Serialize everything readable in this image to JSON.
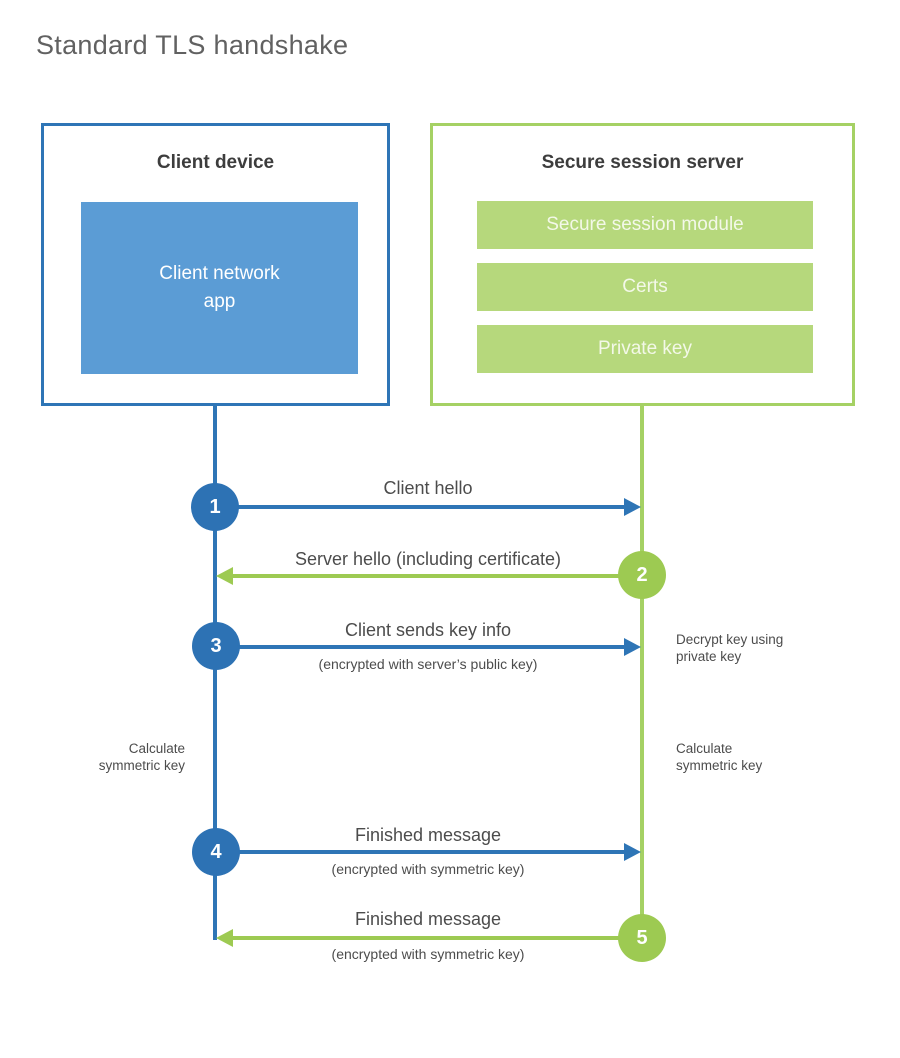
{
  "title": "Standard TLS handshake",
  "colors": {
    "blue": "#2e75b6",
    "light_blue": "#5b9cd5",
    "green": "#9dca52",
    "green_border": "#a5d164",
    "green_bar": "#b6d87c"
  },
  "client": {
    "title": "Client device",
    "app_label": "Client network\napp"
  },
  "server": {
    "title": "Secure session server",
    "modules": [
      "Secure session module",
      "Certs",
      "Private key"
    ]
  },
  "steps": [
    {
      "num": "1",
      "label": "Client hello",
      "sub": "",
      "direction": "right"
    },
    {
      "num": "2",
      "label": "Server hello (including certificate)",
      "sub": "",
      "direction": "left"
    },
    {
      "num": "3",
      "label": "Client sends key info",
      "sub": "(encrypted with server’s public key)",
      "direction": "right"
    },
    {
      "num": "4",
      "label": "Finished message",
      "sub": "(encrypted with symmetric key)",
      "direction": "right"
    },
    {
      "num": "5",
      "label": "Finished message",
      "sub": "(encrypted with symmetric key)",
      "direction": "left"
    }
  ],
  "annotations": {
    "decrypt": "Decrypt key using\nprivate key",
    "calc_left": "Calculate\nsymmetric key",
    "calc_right": "Calculate\nsymmetric key"
  }
}
